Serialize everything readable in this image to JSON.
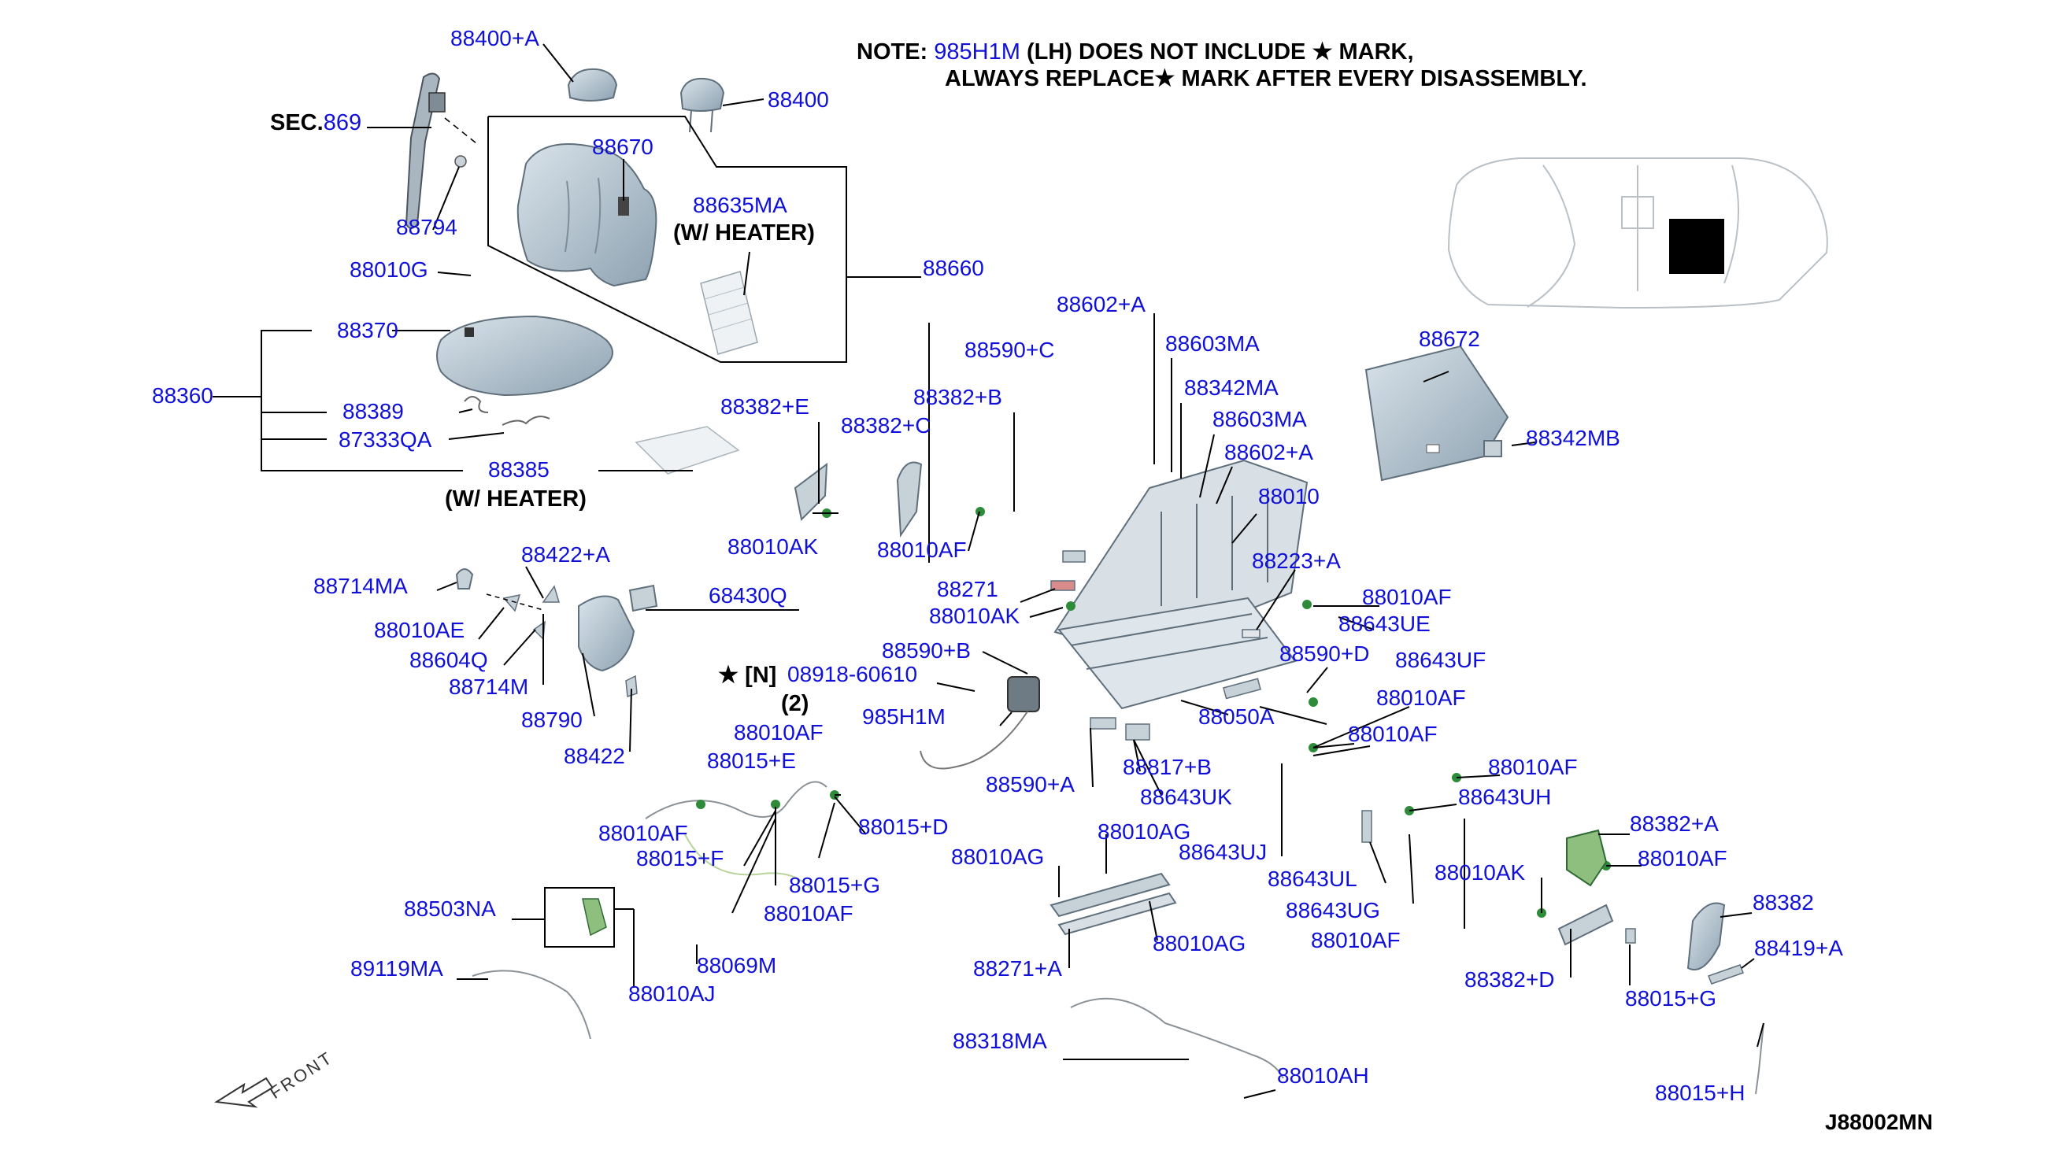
{
  "note": {
    "prefix": "NOTE:",
    "code": "985H1M",
    "line1_rest": "(LH)  DOES NOT INCLUDE ★ MARK,",
    "line2": "ALWAYS REPLACE★ MARK AFTER EVERY DISASSEMBLY."
  },
  "section_ref": {
    "prefix": "SEC.",
    "number": "869"
  },
  "front_label": "FRONT",
  "diagram_id": "J88002MN",
  "star_note": {
    "star": "★",
    "tag": "[N]",
    "qty": "(2)"
  },
  "qualifiers": {
    "heater_upper": "(W/ HEATER)",
    "heater_lower": "(W/ HEATER)"
  },
  "labels": {
    "p88400A": "88400+A",
    "p88400": "88400",
    "p88670": "88670",
    "p88794": "88794",
    "p88635MA": "88635MA",
    "p88010G": "88010G",
    "p88660": "88660",
    "p88370": "88370",
    "p88360": "88360",
    "p88389": "88389",
    "p87333QA": "87333QA",
    "p88385": "88385",
    "p88382E": "88382+E",
    "p88382B": "88382+B",
    "p88382C": "88382+C",
    "p88590C": "88590+C",
    "p88602A_top": "88602+A",
    "p88603MA_top": "88603MA",
    "p88342MA": "88342MA",
    "p88603MA_mid": "88603MA",
    "p88602A_mid": "88602+A",
    "p88010": "88010",
    "p88672": "88672",
    "p88342MB": "88342MB",
    "p88010AK_left": "88010AK",
    "p88010AF_a": "88010AF",
    "p88271": "88271",
    "p88010AK_mid": "88010AK",
    "p88223A": "88223+A",
    "p88010AF_b": "88010AF",
    "p88643UE": "88643UE",
    "p88714MA": "88714MA",
    "p88422A": "88422+A",
    "p68430Q": "68430Q",
    "p88010AE": "88010AE",
    "p88604Q": "88604Q",
    "p88714M": "88714M",
    "p88790": "88790",
    "p88422": "88422",
    "p88590B": "88590+B",
    "p08918": "08918-60610",
    "p985H1M": "985H1M",
    "p88590D": "88590+D",
    "p88643UF": "88643UF",
    "p88010AF_c": "88010AF",
    "p88050A": "88050A",
    "p88010AF_d": "88010AF",
    "p88015E": "88015+E",
    "p88010AF_e": "88010AF",
    "p88590A": "88590+A",
    "p88817B": "88817+B",
    "p88643UK": "88643UK",
    "p88010AF_f": "88010AF",
    "p88643UH": "88643UH",
    "p88010AF_g": "88010AF",
    "p88015D": "88015+D",
    "p88010AG_top": "88010AG",
    "p88643UJ": "88643UJ",
    "p88382A": "88382+A",
    "p88015F": "88015+F",
    "p88015G_left": "88015+G",
    "p88010AF_h": "88010AF",
    "p88010AG_left": "88010AG",
    "p88643UL": "88643UL",
    "p88010AK_right": "88010AK",
    "p88010AF_i": "88010AF",
    "p88503NA": "88503NA",
    "p88643UG": "88643UG",
    "p88382": "88382",
    "p88010AF_j": "88010AF",
    "p88010AG_right": "88010AG",
    "p88419A": "88419+A",
    "p88069M": "88069M",
    "p88271A": "88271+A",
    "p88382D": "88382+D",
    "p89119MA": "89119MA",
    "p88010AJ": "88010AJ",
    "p88015G_right": "88015+G",
    "p88318MA": "88318MA",
    "p88010AH": "88010AH",
    "p88015H": "88015+H"
  },
  "colors": {
    "label_blue": "#1010d8",
    "part_fill": "#b9c8d4",
    "part_stroke": "#5f6f7c",
    "leader": "#000000",
    "connector_green": "#2e8b3a",
    "highlight_black": "#000000"
  }
}
